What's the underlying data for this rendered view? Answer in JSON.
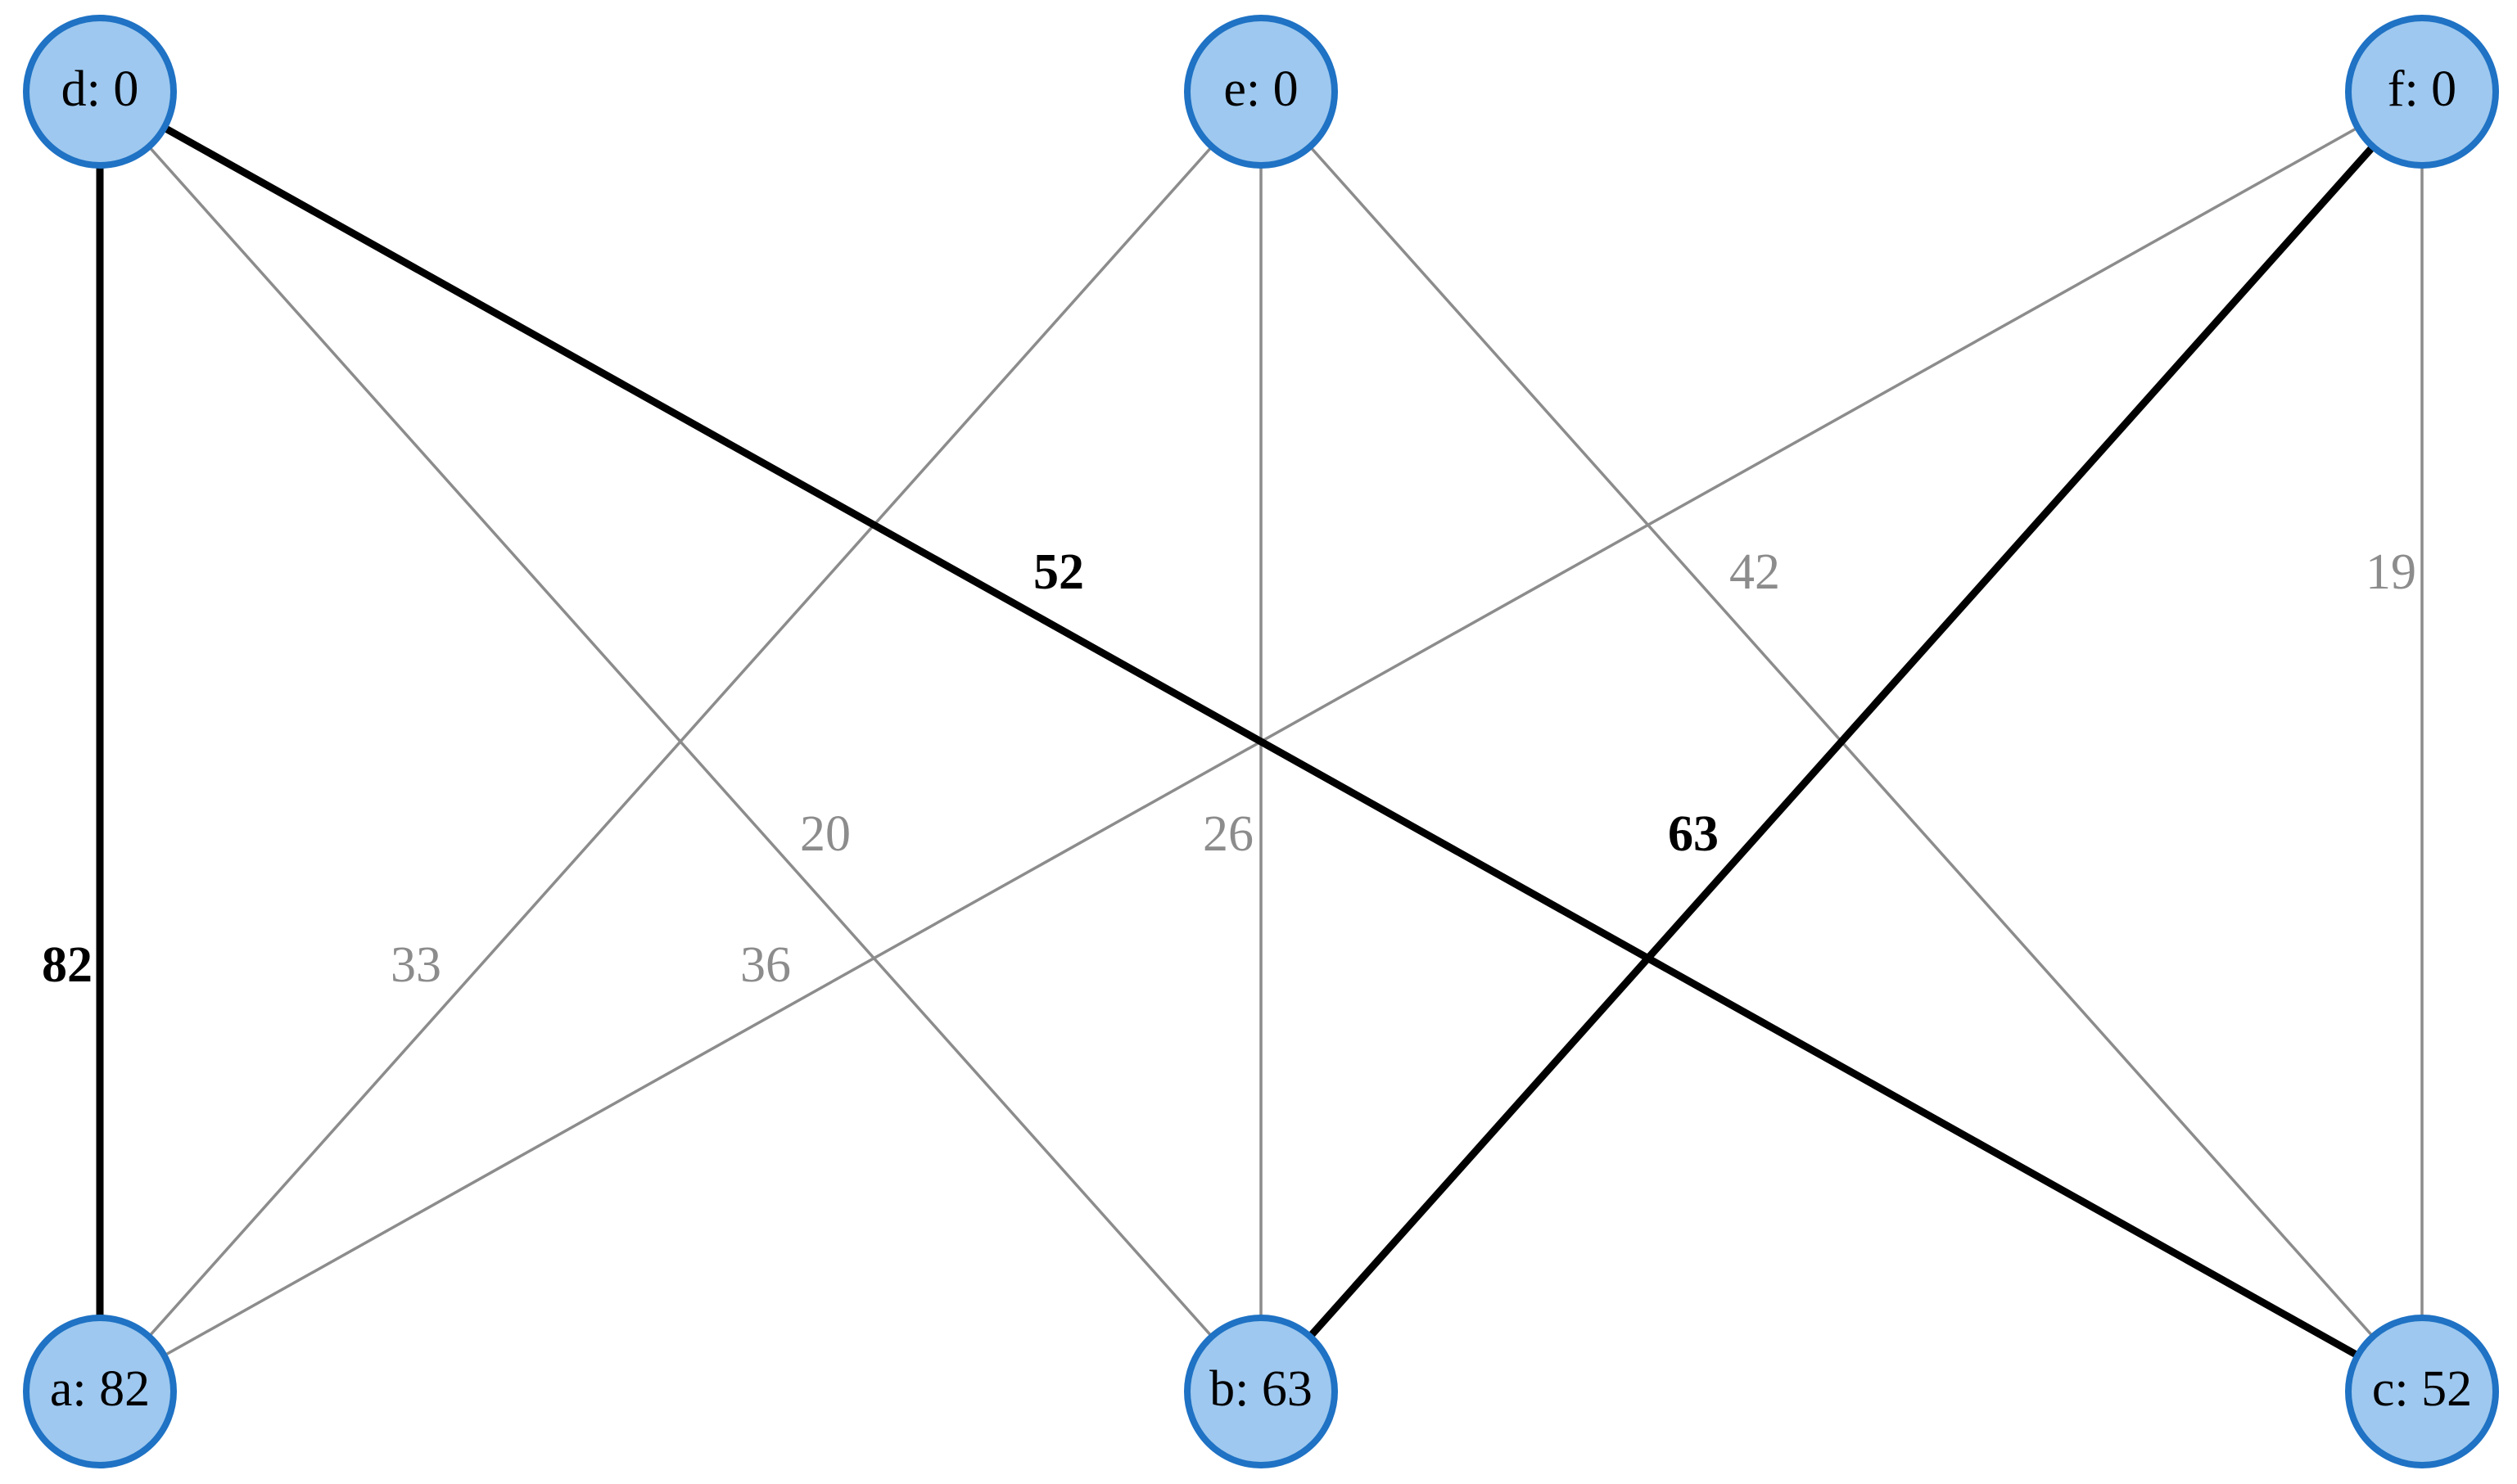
{
  "nodes": [
    {
      "id": "d",
      "label": "d: 0"
    },
    {
      "id": "e",
      "label": "e: 0"
    },
    {
      "id": "f",
      "label": "f: 0"
    },
    {
      "id": "a",
      "label": "a: 82"
    },
    {
      "id": "b",
      "label": "b: 63"
    },
    {
      "id": "c",
      "label": "c: 52"
    }
  ],
  "edges": [
    {
      "from": "d",
      "to": "a",
      "weight": "82",
      "bold": true
    },
    {
      "from": "d",
      "to": "b",
      "weight": "20",
      "bold": false
    },
    {
      "from": "d",
      "to": "c",
      "weight": "52",
      "bold": true
    },
    {
      "from": "e",
      "to": "a",
      "weight": "33",
      "bold": false
    },
    {
      "from": "e",
      "to": "b",
      "weight": "26",
      "bold": false
    },
    {
      "from": "e",
      "to": "c",
      "weight": "42",
      "bold": false
    },
    {
      "from": "f",
      "to": "a",
      "weight": "36",
      "bold": false
    },
    {
      "from": "f",
      "to": "b",
      "weight": "63",
      "bold": true
    },
    {
      "from": "f",
      "to": "c",
      "weight": "19",
      "bold": false
    }
  ],
  "colors": {
    "node_fill": "#9ec8ef",
    "node_stroke": "#1f72c4",
    "edge_light": "#8c8c8c",
    "edge_bold": "#000000"
  }
}
